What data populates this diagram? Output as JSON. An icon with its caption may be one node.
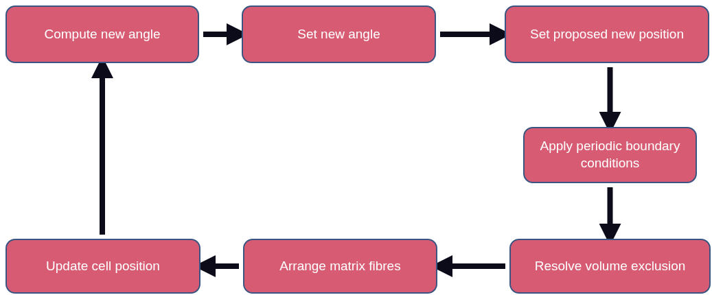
{
  "diagram": {
    "nodes": [
      {
        "text": [
          "Compute new angle"
        ]
      },
      {
        "text": [
          "Set new angle"
        ]
      },
      {
        "text": [
          "Set proposed new position"
        ]
      },
      {
        "text": [
          "Apply periodic boundary conditions"
        ]
      },
      {
        "text": [
          "Resolve volume exclusion"
        ]
      },
      {
        "text": [
          "Arrange matrix fibres"
        ]
      },
      {
        "text": [
          "Update cell position"
        ]
      }
    ],
    "edges": [
      {
        "from": 0,
        "to": 1,
        "arrow": "to"
      },
      {
        "from": 1,
        "to": 2,
        "arrow": "to"
      },
      {
        "from": 2,
        "to": 3,
        "arrow": "to"
      },
      {
        "from": 3,
        "to": 4,
        "arrow": "to"
      },
      {
        "from": 4,
        "to": 5,
        "arrow": "to"
      },
      {
        "from": 5,
        "to": 6,
        "arrow": "to"
      },
      {
        "from": 6,
        "to": 0,
        "arrow": "to"
      }
    ]
  }
}
